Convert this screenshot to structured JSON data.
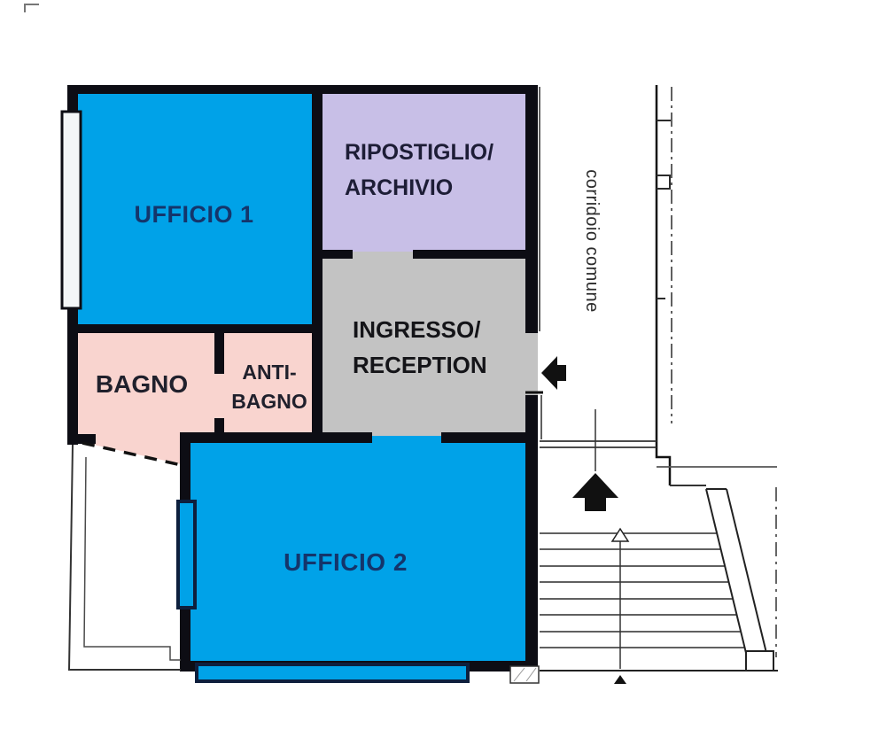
{
  "rooms": {
    "ufficio1": {
      "label": "UFFICIO 1"
    },
    "ripostiglio": {
      "label_line1": "RIPOSTIGLIO/",
      "label_line2": "ARCHIVIO"
    },
    "ingresso": {
      "label_line1": "INGRESSO/",
      "label_line2": "RECEPTION"
    },
    "bagno": {
      "label": "BAGNO"
    },
    "antibagno": {
      "label_line1": "ANTI-",
      "label_line2": "BAGNO"
    },
    "ufficio2": {
      "label": "UFFICIO 2"
    },
    "corridoio_comune": {
      "label": "corridoio comune"
    }
  },
  "colors": {
    "office_blue": "#00a2e8",
    "storage_lavender": "#c8bfe7",
    "reception_gray": "#c3c3c3",
    "bathroom_pink": "#f9d4cf",
    "wall_dark": "#0d0d14",
    "window_frame_navy": "#0e1f3d",
    "window_white": "#f4f6f8"
  }
}
